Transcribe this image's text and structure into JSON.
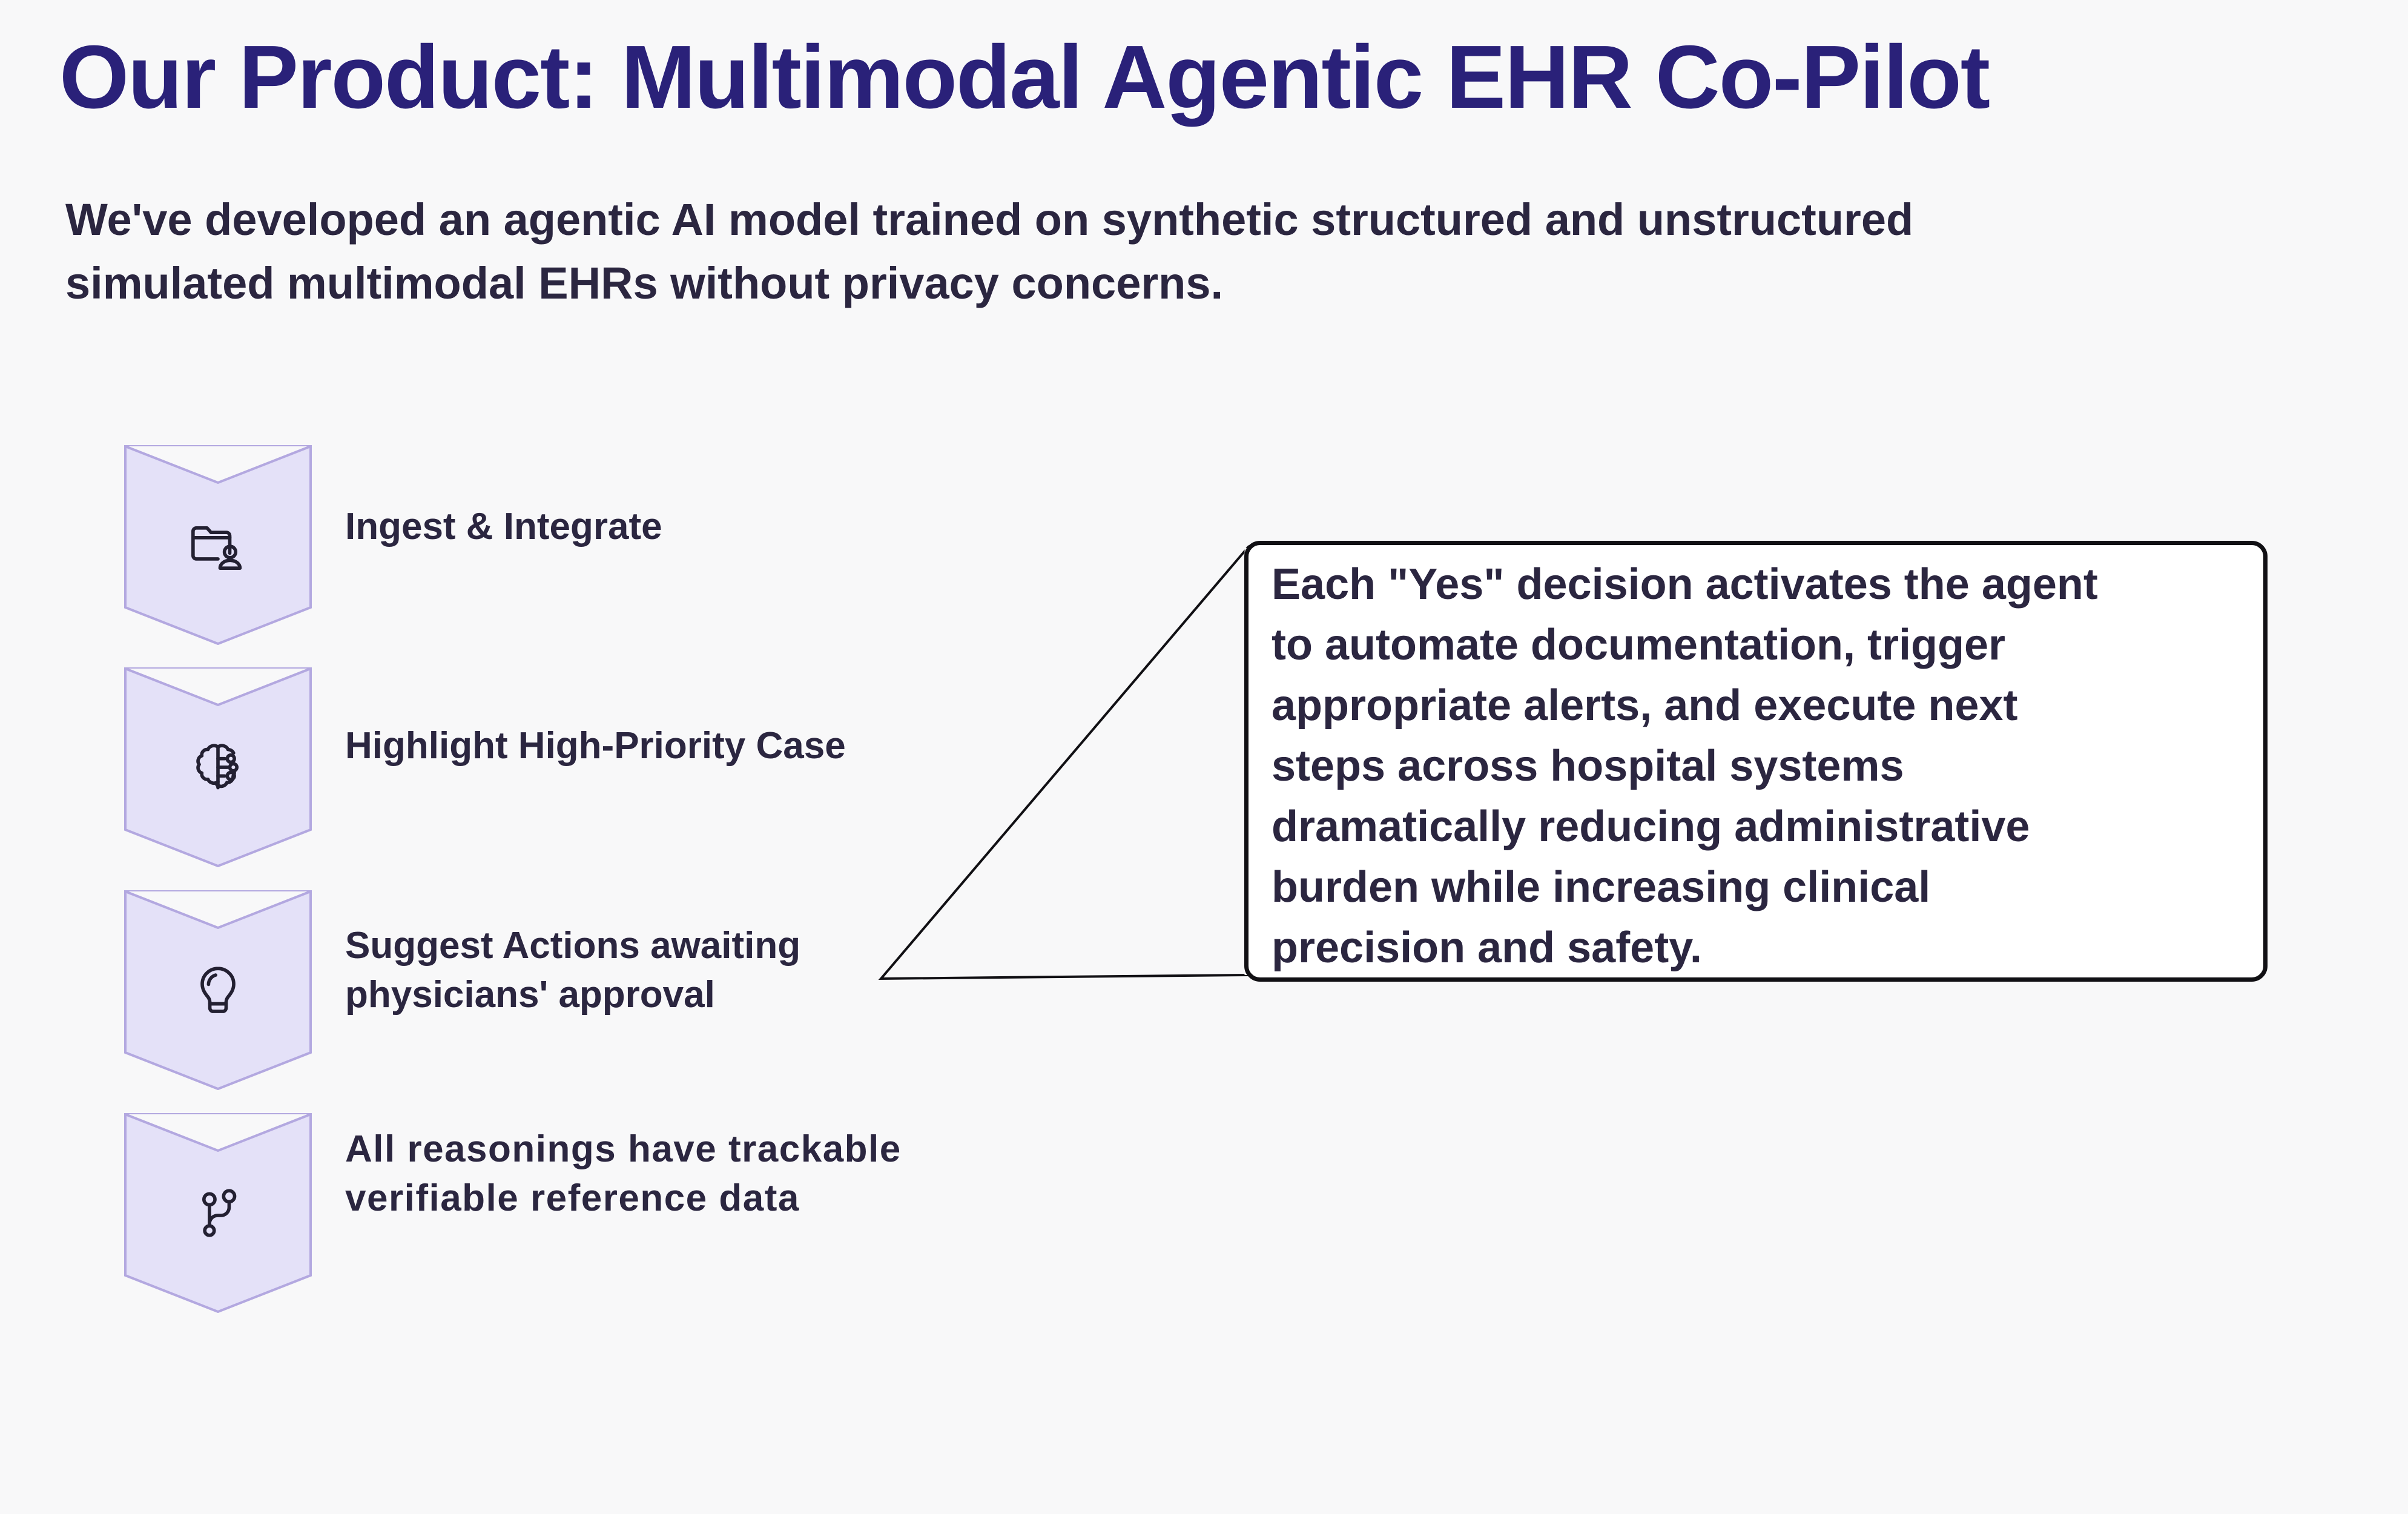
{
  "background_color": "#f8f8f9",
  "header": {
    "title": "Our Product: Multimodal Agentic EHR Co-Pilot",
    "title_color": "#2a2179",
    "subtitle_line1": "We've developed an agentic AI model trained on synthetic structured and unstructured",
    "subtitle_line2": "simulated multimodal EHRs without privacy concerns.",
    "subtitle_color": "#2b2640"
  },
  "flow": {
    "chevron_fill": "#e4e1f8",
    "chevron_border": "#b3a8e0",
    "icon_color": "#232032",
    "label_color": "#2b2640",
    "steps": [
      {
        "icon": "folder-user-icon",
        "label_line1": "Ingest & Integrate",
        "label_line2": ""
      },
      {
        "icon": "brain-circuit-icon",
        "label_line1": "Highlight High-Priority Case",
        "label_line2": ""
      },
      {
        "icon": "lightbulb-icon",
        "label_line1": "Suggest Actions awaiting",
        "label_line2": "physicians' approval"
      },
      {
        "icon": "git-branch-icon",
        "label_line1": "All reasonings have trackable",
        "label_line2": "verifiable reference data"
      }
    ]
  },
  "callout": {
    "border_color": "#111014",
    "background": "#ffffff",
    "text_color": "#2b2640",
    "lines": [
      "Each \"Yes\" decision activates the agent",
      "to automate documentation, trigger",
      "appropriate alerts, and execute next",
      "steps across hospital systems",
      "dramatically reducing administrative",
      "burden while increasing clinical",
      "precision and safety."
    ]
  }
}
